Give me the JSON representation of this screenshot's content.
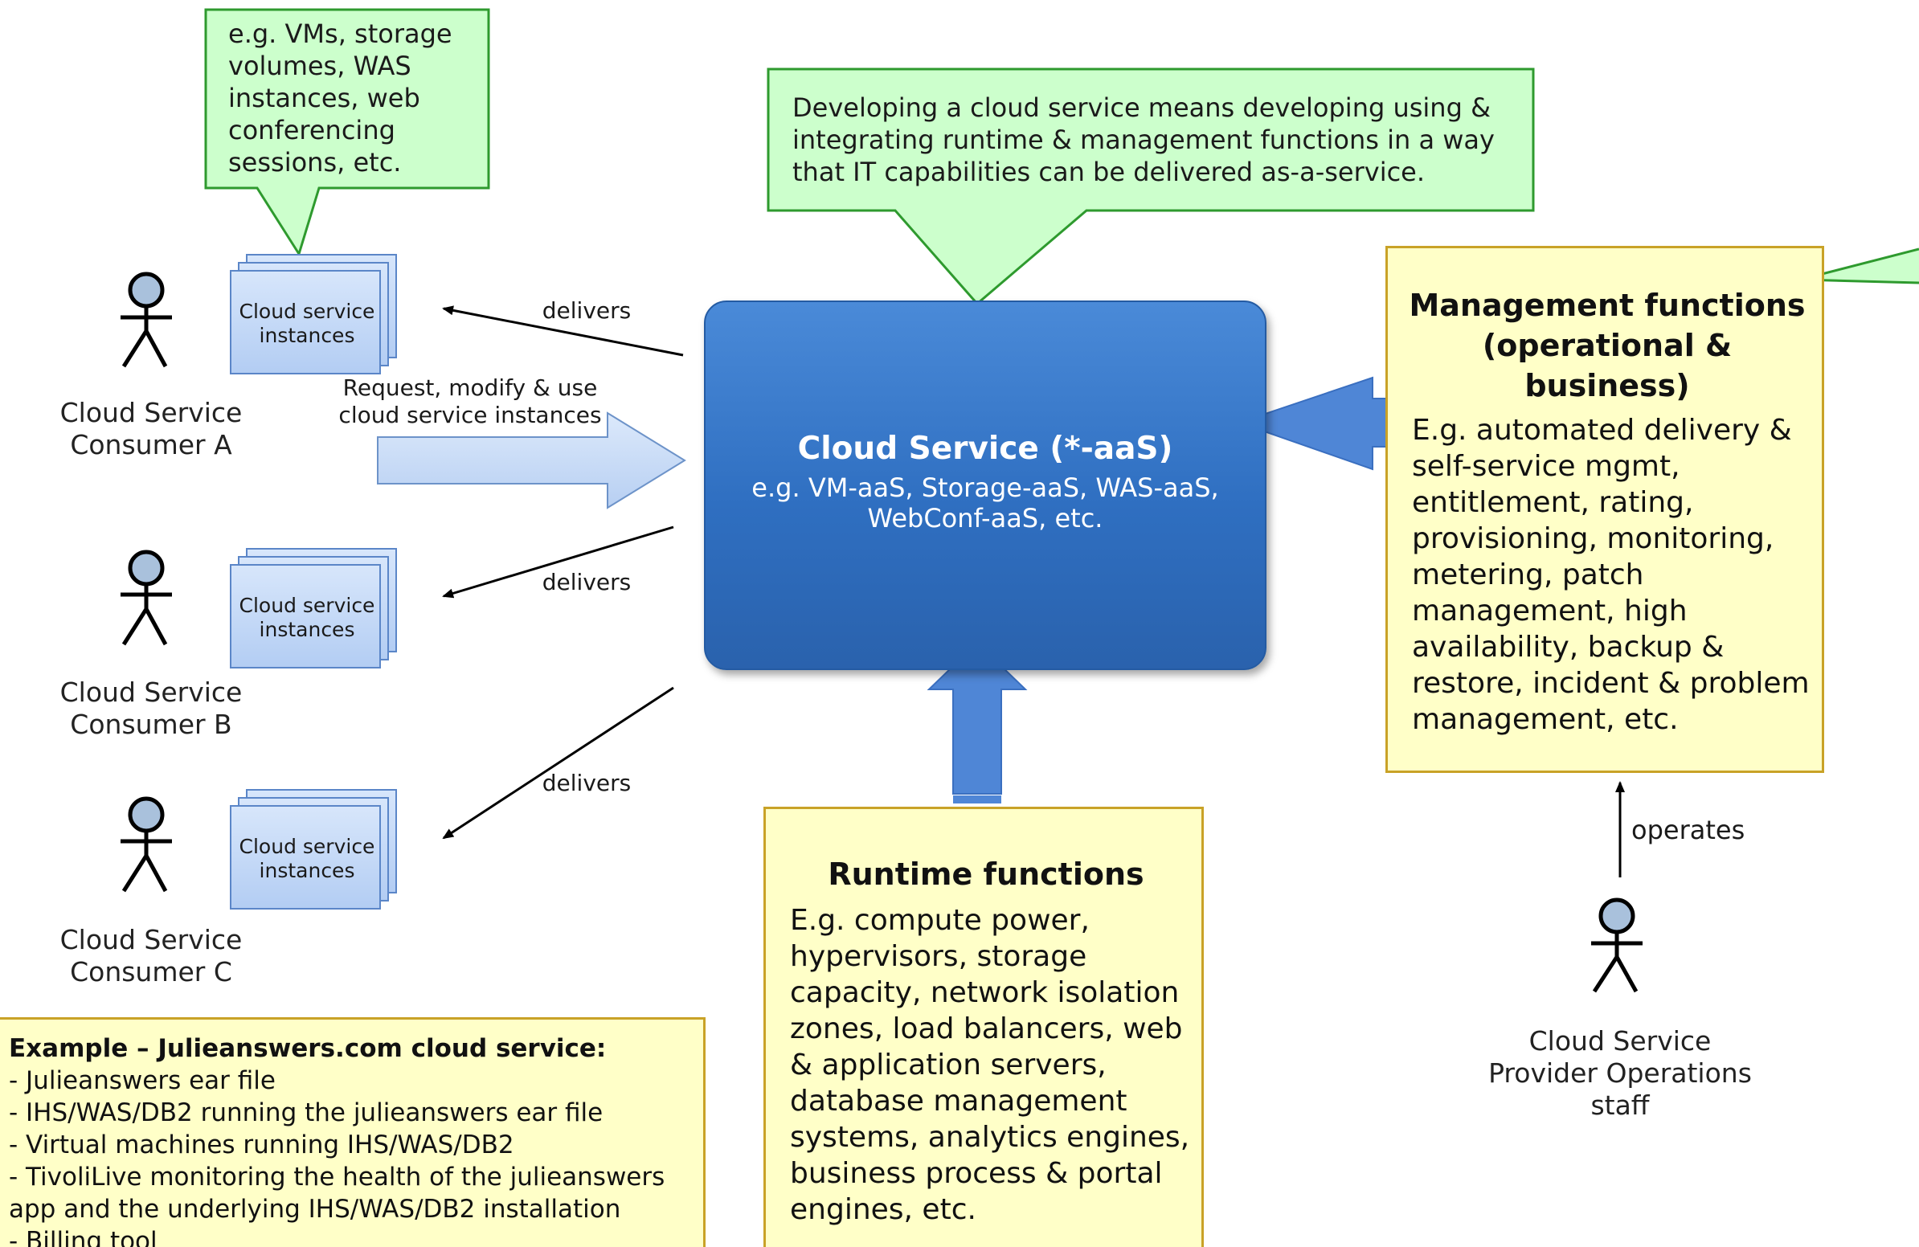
{
  "callouts": {
    "instances_examples": "e.g. VMs, storage volumes, WAS instances, web conferencing sessions, etc.",
    "developing": "Developing a cloud service means developing using & integrating runtime & management functions in a way that IT capabilities can be delivered as-a-service."
  },
  "actors": [
    {
      "label": "Cloud Service Consumer A",
      "instance_label": "Cloud service instances"
    },
    {
      "label": "Cloud Service Consumer B",
      "instance_label": "Cloud service instances"
    },
    {
      "label": "Cloud Service Consumer C",
      "instance_label": "Cloud service instances"
    }
  ],
  "provider": {
    "label": "Cloud Service Provider Operations staff"
  },
  "arrows": {
    "delivers": "delivers",
    "request_line1": "Request, modify & use",
    "request_line2": "cloud service instances",
    "operates": "operates"
  },
  "cloud_service": {
    "title": "Cloud Service (*-aaS)",
    "subtitle_line1": "e.g. VM-aaS, Storage-aaS, WAS-aaS,",
    "subtitle_line2": "WebConf-aaS, etc."
  },
  "management": {
    "title": "Management functions (operational & business)",
    "body": "E.g. automated delivery & self-service mgmt, entitlement, rating, provisioning, monitoring, metering, patch management, high availability, backup & restore, incident & problem management, etc."
  },
  "runtime": {
    "title": "Runtime functions",
    "body": "E.g. compute power, hypervisors, storage capacity, network isolation zones, load balancers, web & application servers, database management systems, analytics engines, business process & portal engines, etc."
  },
  "example": {
    "title": "Example – Julieanswers.com cloud service:",
    "lines": [
      "- Julieanswers ear file",
      "- IHS/WAS/DB2 running the julieanswers ear file",
      "- Virtual machines running IHS/WAS/DB2",
      "- TivoliLive monitoring the health of the julieanswers app and the underlying IHS/WAS/DB2 installation",
      "- Billing tool"
    ]
  },
  "colors": {
    "callout_fill": "#ccffcc",
    "callout_border": "#2e9a2e",
    "note_fill": "#ffffc8",
    "note_border": "#c9a227",
    "cloud_fill": "#3a7bcc",
    "arrow_fill": "#4f86d6"
  }
}
